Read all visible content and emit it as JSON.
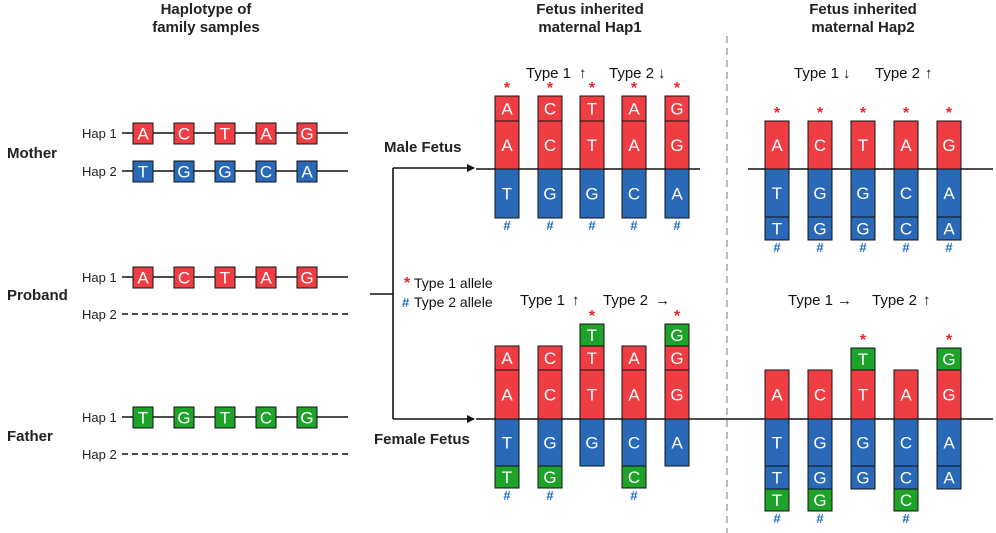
{
  "headers": {
    "family": [
      "Haplotype of",
      "family samples"
    ],
    "hap1": [
      "Fetus inherited",
      "maternal Hap1"
    ],
    "hap2": [
      "Fetus inherited",
      "maternal Hap2"
    ]
  },
  "family": {
    "mother": {
      "label": "Mother",
      "hap1": {
        "label": "Hap 1",
        "alleles": [
          "A",
          "C",
          "T",
          "A",
          "G"
        ]
      },
      "hap2": {
        "label": "Hap 2",
        "alleles": [
          "T",
          "G",
          "G",
          "C",
          "A"
        ]
      }
    },
    "proband": {
      "label": "Proband",
      "hap1": {
        "label": "Hap 1",
        "alleles": [
          "A",
          "C",
          "T",
          "A",
          "G"
        ]
      },
      "hap2": {
        "label": "Hap 2",
        "alleles": []
      }
    },
    "father": {
      "label": "Father",
      "hap1": {
        "label": "Hap 1",
        "alleles": [
          "T",
          "G",
          "T",
          "C",
          "G"
        ]
      },
      "hap2": {
        "label": "Hap 2",
        "alleles": []
      }
    }
  },
  "legend": {
    "star_symbol": "*",
    "star_label": "Type 1 allele",
    "hash_symbol": "#",
    "hash_label": "Type 2 allele"
  },
  "fetus_labels": {
    "male": "Male Fetus",
    "female": "Female Fetus"
  },
  "type_labels": {
    "type1": "Type 1",
    "type2": "Type 2"
  },
  "arrow_glyphs": {
    "up": "↑",
    "down": "↓",
    "right": "→"
  },
  "panels": {
    "male_hap1": {
      "type1_arrow": "up",
      "type2_arrow": "down",
      "columns": [
        {
          "top": [
            "A",
            "A"
          ],
          "bottom": [
            "T"
          ],
          "star": true,
          "hash": true
        },
        {
          "top": [
            "C",
            "C"
          ],
          "bottom": [
            "G"
          ],
          "star": true,
          "hash": true
        },
        {
          "top": [
            "T",
            "T"
          ],
          "bottom": [
            "G"
          ],
          "star": true,
          "hash": true
        },
        {
          "top": [
            "A",
            "A"
          ],
          "bottom": [
            "C"
          ],
          "star": true,
          "hash": true
        },
        {
          "top": [
            "G",
            "G"
          ],
          "bottom": [
            "A"
          ],
          "star": true,
          "hash": true
        }
      ]
    },
    "male_hap2": {
      "type1_arrow": "down",
      "type2_arrow": "up",
      "columns": [
        {
          "top": [
            "A"
          ],
          "bottom": [
            "T",
            "T"
          ],
          "star": true,
          "hash": true
        },
        {
          "top": [
            "C"
          ],
          "bottom": [
            "G",
            "G"
          ],
          "star": true,
          "hash": true
        },
        {
          "top": [
            "T"
          ],
          "bottom": [
            "G",
            "G"
          ],
          "star": true,
          "hash": true
        },
        {
          "top": [
            "A"
          ],
          "bottom": [
            "C",
            "C"
          ],
          "star": true,
          "hash": true
        },
        {
          "top": [
            "G"
          ],
          "bottom": [
            "A",
            "A"
          ],
          "star": true,
          "hash": true
        }
      ]
    },
    "female_hap1": {
      "type1_arrow": "up",
      "type2_arrow": "right",
      "columns": [
        {
          "top": [
            "A",
            "A"
          ],
          "green_top": null,
          "bottom": [
            "T"
          ],
          "green_bottom": "T",
          "star": false,
          "hash": true
        },
        {
          "top": [
            "C",
            "C"
          ],
          "green_top": null,
          "bottom": [
            "G"
          ],
          "green_bottom": "G",
          "star": false,
          "hash": true
        },
        {
          "top": [
            "T",
            "T"
          ],
          "green_top": "T",
          "bottom": [
            "G"
          ],
          "green_bottom": null,
          "star": true,
          "hash": false
        },
        {
          "top": [
            "A",
            "A"
          ],
          "green_top": null,
          "bottom": [
            "C"
          ],
          "green_bottom": "C",
          "star": false,
          "hash": true
        },
        {
          "top": [
            "G",
            "G"
          ],
          "green_top": "G",
          "bottom": [
            "A"
          ],
          "green_bottom": null,
          "star": true,
          "hash": false
        }
      ]
    },
    "female_hap2": {
      "type1_arrow": "right",
      "type2_arrow": "up",
      "columns": [
        {
          "top": [
            "A"
          ],
          "green_top": null,
          "bottom": [
            "T",
            "T"
          ],
          "green_bottom": "T",
          "star": false,
          "hash": true
        },
        {
          "top": [
            "C"
          ],
          "green_top": null,
          "bottom": [
            "G",
            "G"
          ],
          "green_bottom": "G",
          "star": false,
          "hash": true
        },
        {
          "top": [
            "T"
          ],
          "green_top": "T",
          "bottom": [
            "G",
            "G"
          ],
          "green_bottom": null,
          "star": true,
          "hash": false
        },
        {
          "top": [
            "A"
          ],
          "green_top": null,
          "bottom": [
            "C",
            "C"
          ],
          "green_bottom": "C",
          "star": false,
          "hash": true
        },
        {
          "top": [
            "G"
          ],
          "green_top": "G",
          "bottom": [
            "A",
            "A"
          ],
          "green_bottom": null,
          "star": true,
          "hash": false
        }
      ]
    }
  },
  "colors": {
    "red": "#ee3e43",
    "blue": "#2a69b8",
    "green": "#1ea32a",
    "star": "#e8262b",
    "hash": "#1f6bbf",
    "divider": "#999999"
  }
}
